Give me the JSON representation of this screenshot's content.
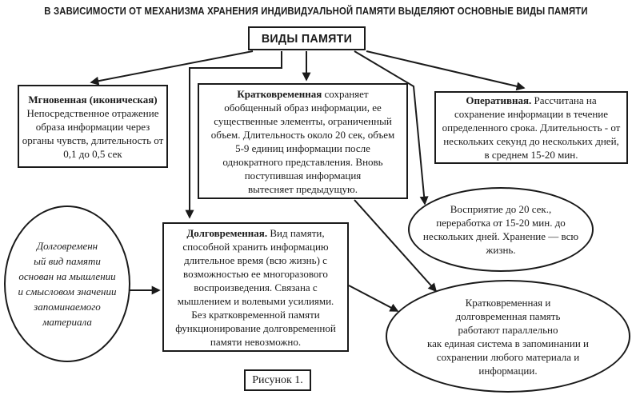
{
  "title": "В ЗАВИСИМОСТИ ОТ МЕХАНИЗМА ХРАНЕНИЯ ИНДИВИДУАЛЬНОЙ ПАМЯТИ ВЫДЕЛЯЮТ ОСНОВНЫЕ ВИДЫ ПАМЯТИ",
  "root": {
    "label": "ВИДЫ ПАМЯТИ"
  },
  "boxes": {
    "instant": {
      "lead": "Мгновенная (иконическая)",
      "body": "Непосредственное отражение\nобраза информации через\nорганы чувств, длительность от\n0,1 до 0,5 сек"
    },
    "short_term": {
      "lead": "Кратковременная",
      "body": " сохраняет\nобобщенный образ информации, ее\nсущественные элементы, ограниченный\nобъем. Длительность около 20 сек, объем\n5-9 единиц информации после\nоднократного представления. Вновь\nпоступившая информация\nвытесняет предыдущую."
    },
    "operative": {
      "lead": "Оперативная.",
      "body": " Рассчитана на\nсохранение информации в течение\nопределенного срока. Длительность - от\nнескольких секунд до нескольких дней,\nв среднем 15-20 мин."
    },
    "long_term": {
      "lead": "Долговременная.",
      "body": " Вид памяти,\nспособной хранить информацию\nдлительное время (всю жизнь) с\nвозможностью ее многоразового\nвоспроизведения. Связана с\nмышлением и волевыми усилиями.\nБез кратковременной памяти\nфункционирование долговременной\nпамяти невозможно."
    }
  },
  "ellipses": {
    "long_term_basis": {
      "text": "Долговременн\nый вид памяти\nоснован на мышлении\nи смысловом значении\nзапоминаемого\nматериала"
    },
    "perception": {
      "text": "Восприятие до 20 сек.,\nпереработка от 15-20 мин. до\nнескольких дней. Хранение — всю\nжизнь."
    },
    "parallel_work": {
      "text": "Кратковременная и\nдолговременная память\nработают параллельно\nкак единая система в запоминании и\nсохранении любого материала и\nинформации."
    }
  },
  "caption": {
    "label": "Рисунок 1."
  },
  "colors": {
    "ink": "#1a1a1a",
    "background": "#ffffff"
  }
}
